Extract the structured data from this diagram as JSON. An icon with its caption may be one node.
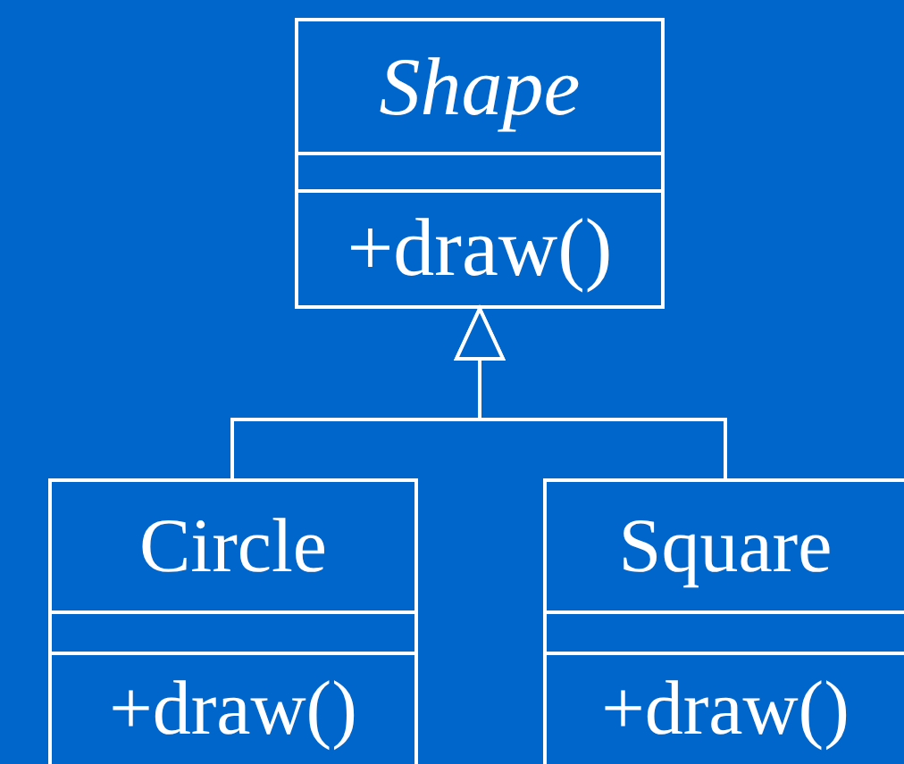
{
  "diagram": {
    "nodes": [
      {
        "text": [
          "Shape",
          "+draw()"
        ]
      },
      {
        "text": [
          "Circle",
          "+draw()"
        ]
      },
      {
        "text": [
          "Square",
          "+draw()"
        ]
      }
    ],
    "edges": [
      {
        "from": 1,
        "to": 0,
        "arrow": "to"
      },
      {
        "from": 2,
        "to": 0,
        "arrow": "to"
      }
    ]
  }
}
